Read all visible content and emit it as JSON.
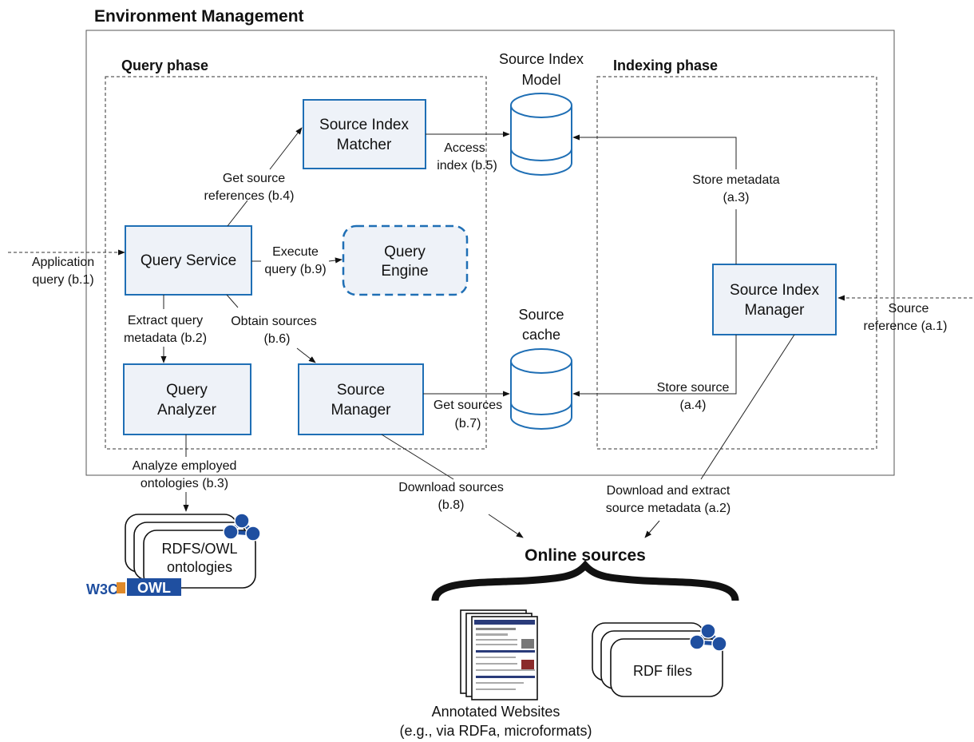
{
  "title": "Environment Management",
  "phases": {
    "query": "Query phase",
    "indexing": "Indexing phase"
  },
  "components": {
    "source_index_matcher": [
      "Source Index",
      "Matcher"
    ],
    "query_service": "Query Service",
    "query_engine": [
      "Query",
      "Engine"
    ],
    "query_analyzer": [
      "Query",
      "Analyzer"
    ],
    "source_manager": [
      "Source",
      "Manager"
    ],
    "source_index_manager": [
      "Source Index",
      "Manager"
    ]
  },
  "stores": {
    "source_index_model": [
      "Source Index",
      "Model"
    ],
    "source_cache": [
      "Source",
      "cache"
    ]
  },
  "edges": {
    "b1": [
      "Application",
      "query (b.1)"
    ],
    "b2": [
      "Extract query",
      "metadata (b.2)"
    ],
    "b3": [
      "Analyze employed",
      "ontologies (b.3)"
    ],
    "b4": [
      "Get source",
      "references (b.4)"
    ],
    "b5": [
      "Access",
      "index (b.5)"
    ],
    "b6": [
      "Obtain sources",
      "(b.6)"
    ],
    "b7": [
      "Get sources",
      "(b.7)"
    ],
    "b8": [
      "Download sources",
      "(b.8)"
    ],
    "b9": [
      "Execute",
      "query (b.9)"
    ],
    "a1": [
      "Source",
      "reference (a.1)"
    ],
    "a2": [
      "Download and extract",
      "source metadata (a.2)"
    ],
    "a3": [
      "Store metadata",
      "(a.3)"
    ],
    "a4": [
      "Store source",
      "(a.4)"
    ]
  },
  "ontologies": {
    "label": [
      "RDFS/OWL",
      "ontologies"
    ],
    "w3c_logo": "W3C",
    "owl_logo": "OWL"
  },
  "online_sources": {
    "title": "Online sources",
    "websites": [
      "Annotated Websites",
      "(e.g., via RDFa, microformats)"
    ],
    "rdf_files": "RDF files"
  },
  "colors": {
    "accent": "#1f6fb5",
    "box_fill": "#eef2f8",
    "rdf_logo": "#1f4fa0"
  },
  "icons": [
    "rdf-logo-icon",
    "w3c-logo-icon",
    "owl-logo-icon",
    "webpage-stack-icon"
  ]
}
